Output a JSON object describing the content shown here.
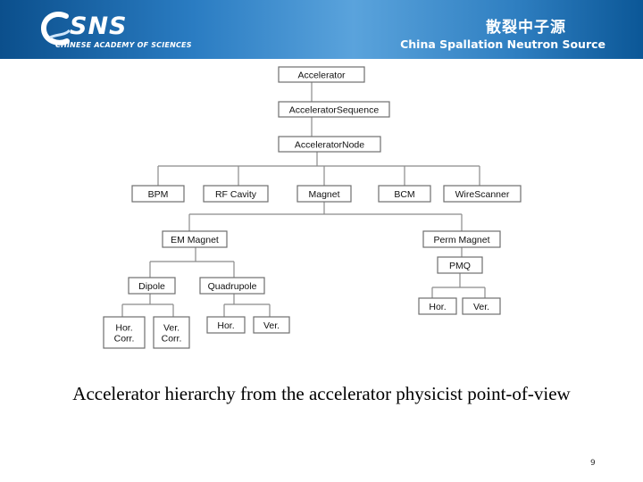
{
  "header": {
    "logo_text": "SNS",
    "logo_subtitle": "CHINESE ACADEMY OF SCIENCES",
    "title_cn": "散裂中子源",
    "title_en": "China Spallation Neutron Source"
  },
  "diagram": {
    "nodes": {
      "accelerator": [
        "Accelerator"
      ],
      "sequence": [
        "AcceleratorSequence"
      ],
      "node": [
        "AcceleratorNode"
      ],
      "bpm": [
        "BPM"
      ],
      "rf_cavity": [
        "RF Cavity"
      ],
      "magnet": [
        "Magnet"
      ],
      "bcm": [
        "BCM"
      ],
      "wire_scanner": [
        "WireScanner"
      ],
      "em_magnet": [
        "EM Magnet"
      ],
      "perm_magnet": [
        "Perm Magnet"
      ],
      "pmq": [
        "PMQ"
      ],
      "dipole": [
        "Dipole"
      ],
      "quadrupole": [
        "Quadrupole"
      ],
      "hor_corr": [
        "Hor.",
        "Corr."
      ],
      "ver_corr": [
        "Ver.",
        "Corr."
      ],
      "quad_hor": [
        "Hor."
      ],
      "quad_ver": [
        "Ver."
      ],
      "pmq_hor": [
        "Hor."
      ],
      "pmq_ver": [
        "Ver."
      ]
    }
  },
  "caption": "Accelerator hierarchy from the accelerator physicist point-of-view",
  "page_number": "9"
}
